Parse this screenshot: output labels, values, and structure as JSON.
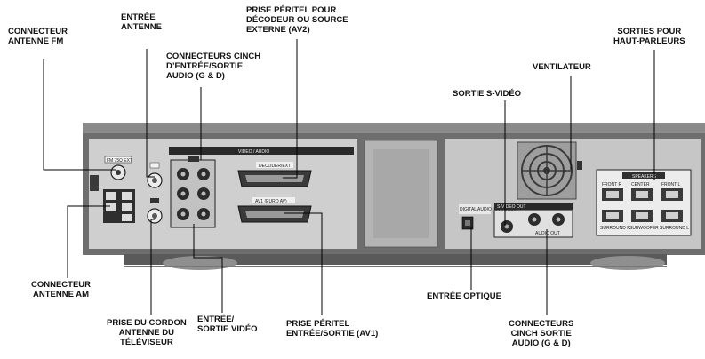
{
  "labels": {
    "fm_antenna": [
      "CONNECTEUR",
      "ANTENNE FM"
    ],
    "antenna_in": [
      "ENTRÉE",
      "ANTENNE"
    ],
    "scart_av2": [
      "PRISE PÉRITEL POUR",
      "DÉCODEUR OU SOURCE",
      "EXTERNE (AV2)"
    ],
    "audio_rca_in_out": [
      "CONNECTEURS CINCH",
      "D’ENTRÉE/SORTIE",
      "AUDIO (G & D)"
    ],
    "fan": [
      "VENTILATEUR"
    ],
    "speaker_outputs": [
      "SORTIES POUR",
      "HAUT-PARLEURS"
    ],
    "svideo_out": [
      "SORTIE S-VIDÉO"
    ],
    "am_antenna": [
      "CONNECTEUR",
      "ANTENNE AM"
    ],
    "tv_antenna_cord": [
      "PRISE DU CORDON",
      "ANTENNE DU",
      "TÉLÉVISEUR"
    ],
    "video_in_out": [
      "ENTRÉE/",
      "SORTIE VIDÉO"
    ],
    "scart_av1": [
      "PRISE PÉRITEL",
      "ENTRÉE/SORTIE (AV1)"
    ],
    "optical_in": [
      "ENTRÉE OPTIQUE"
    ],
    "audio_rca_out": [
      "CONNECTEURS",
      "CINCH SORTIE",
      "AUDIO (G & D)"
    ]
  },
  "device": {
    "panel_heading": "VIDEO / AUDIO",
    "scart_upper_tag": "DECODER/EXT",
    "scart_lower_tag": "AV1 (EURO AV)",
    "fm_tag": "FM 75Ω EXT",
    "speaker_group_tag": "SPEAKERS",
    "speaker_channels": [
      "FRONT R",
      "CENTER",
      "FRONT L",
      "SURROUND R",
      "SUBWOOFER",
      "SURROUND L"
    ],
    "optical_tag": "DIGITAL AUDIO IN OPTICAL",
    "svideo_tag": "S-VIDEO OUT",
    "audio_out_tag": "AUDIO OUT"
  },
  "colors": {
    "chassis": "#6e6e6e",
    "panel": "#d2d2d2",
    "leader": "#000000",
    "text": "#111111"
  }
}
